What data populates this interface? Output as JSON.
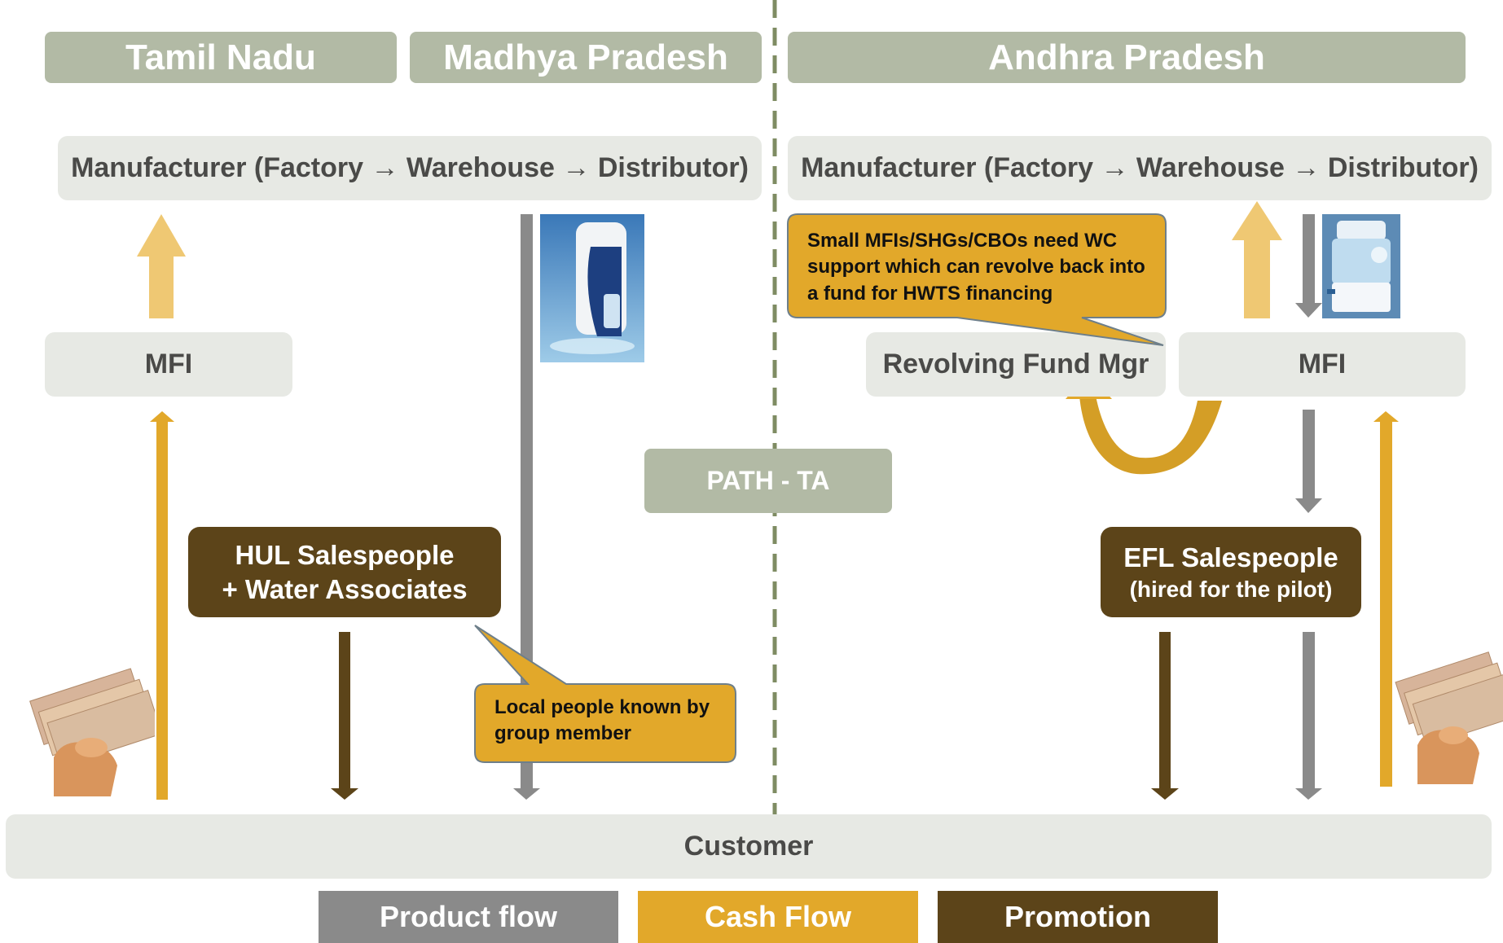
{
  "colors": {
    "product_flow": "#8a8a8a",
    "cash_flow": "#e2a82a",
    "cash_flow_light": "#efc873",
    "promotion": "#5c4419",
    "state_header": "#b2baa5",
    "node_bg": "#e7e9e4"
  },
  "headers": {
    "tamil_nadu": "Tamil Nadu",
    "madhya_pradesh": "Madhya Pradesh",
    "andhra_pradesh": "Andhra Pradesh"
  },
  "left": {
    "manufacturer": "Manufacturer (Factory → Warehouse →  Distributor)",
    "mfi": "MFI",
    "promo_line1": "HUL Salespeople",
    "promo_line2": "+ Water Associates",
    "callout": "Local people known by group member"
  },
  "center": {
    "path_ta": "PATH - TA"
  },
  "right": {
    "manufacturer": "Manufacturer (Factory → Warehouse →  Distributor)",
    "callout": "Small MFIs/SHGs/CBOs need WC support which can revolve back into a fund for HWTS financing",
    "revolving_fund": "Revolving Fund Mgr",
    "mfi": "MFI",
    "promo_line1": "EFL Salespeople",
    "promo_line2": "(hired for the pilot)"
  },
  "customer": "Customer",
  "legend": {
    "product_flow": "Product flow",
    "cash_flow": "Cash Flow",
    "promotion": "Promotion"
  },
  "images": {
    "purifier_left": "water-purifier-icon",
    "purifier_right": "water-purifier-icon",
    "cash_left": "cash-in-hand-icon",
    "cash_right": "cash-in-hand-icon"
  }
}
